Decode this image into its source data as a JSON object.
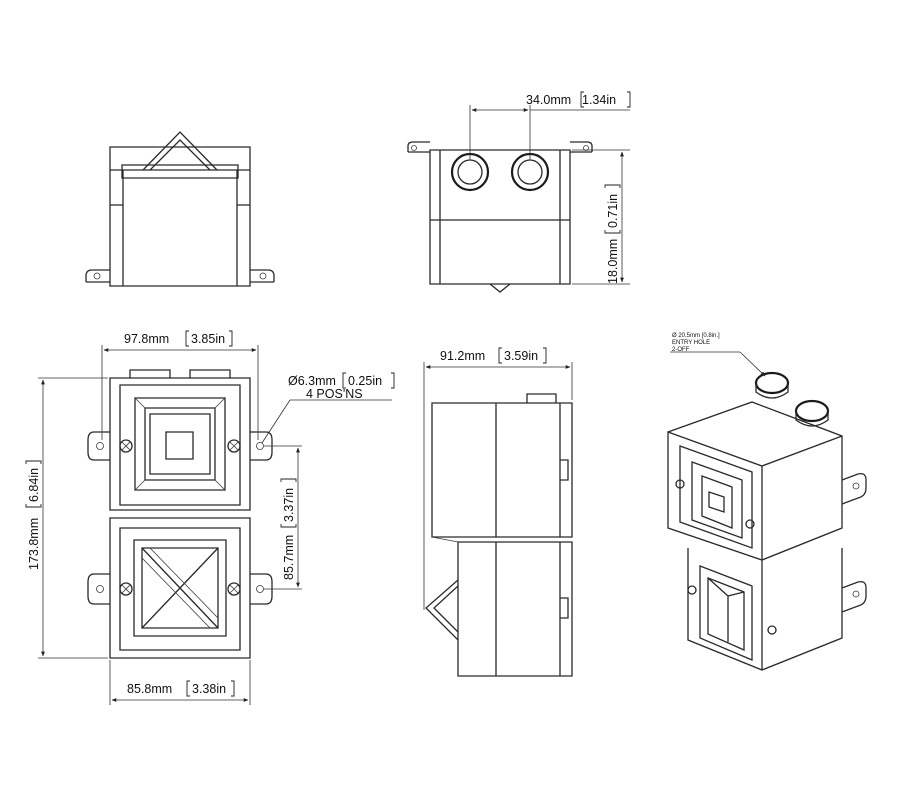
{
  "dimensions": {
    "top_hole_spacing": {
      "value": "34.0mm",
      "imperial": "1.34in"
    },
    "top_height": {
      "value": "18.0mm",
      "imperial": "0.71in"
    },
    "front_width": {
      "value": "97.8mm",
      "imperial": "3.85in"
    },
    "front_height": {
      "value": "173.8mm",
      "imperial": "6.84in"
    },
    "mount_hole": {
      "value": "Ø6.3mm",
      "imperial": "0.25in",
      "note": "4 POS'NS"
    },
    "hole_spacing": {
      "value": "85.7mm",
      "imperial": "3.37in"
    },
    "bottom_width": {
      "value": "85.8mm",
      "imperial": "3.38in"
    },
    "side_width": {
      "value": "91.2mm",
      "imperial": "3.59in"
    },
    "entry_hole": {
      "line1": "Ø 20.5mm [0.8in.]",
      "line2": "ENTRY HOLE",
      "line3": "2-OFF"
    }
  }
}
